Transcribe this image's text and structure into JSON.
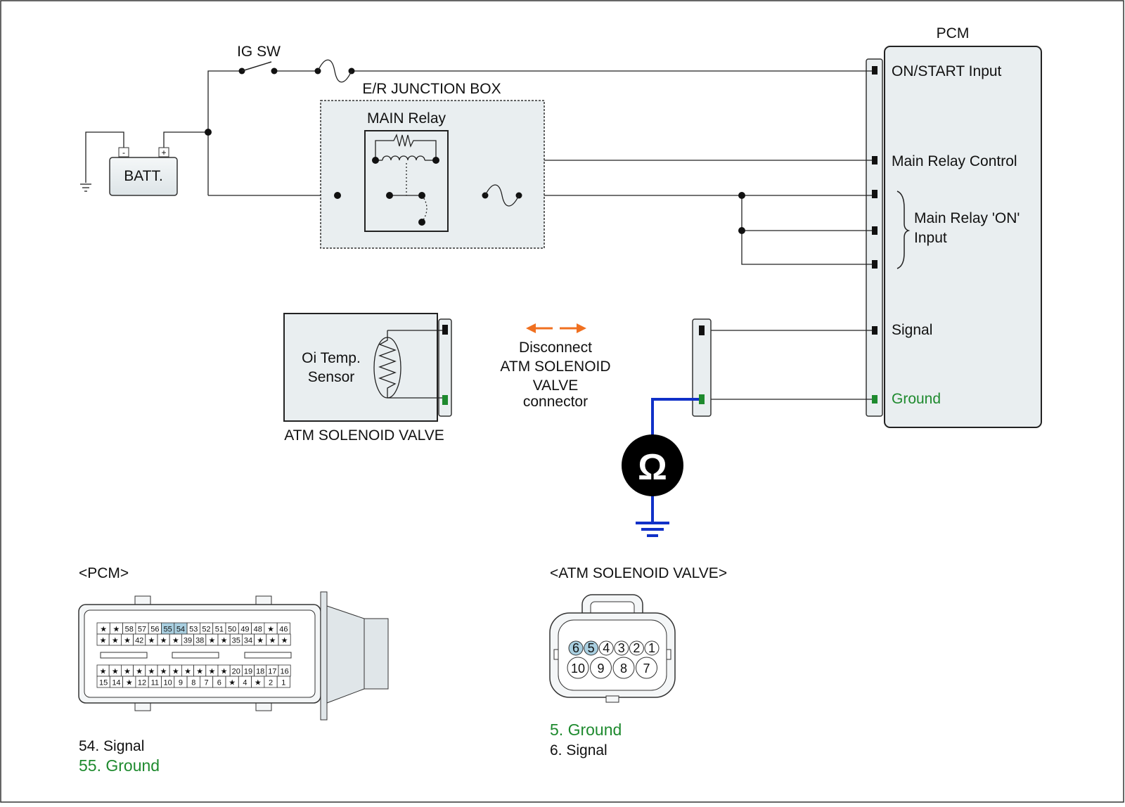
{
  "pcm": {
    "title": "PCM",
    "on_start": "ON/START Input",
    "main_relay_control": "Main Relay Control",
    "main_relay_on_line1": "Main Relay 'ON'",
    "main_relay_on_line2": "Input",
    "signal": "Signal",
    "ground": "Ground"
  },
  "ig_sw": "IG SW",
  "junction_box": "E/R JUNCTION BOX",
  "main_relay": "MAIN Relay",
  "battery": {
    "label": "BATT.",
    "neg": "-",
    "pos": "+"
  },
  "sensor": {
    "line1": "Oi Temp.",
    "line2": "Sensor",
    "component": "ATM SOLENOID VALVE"
  },
  "disconnect": {
    "line1": "Disconnect",
    "line2": "ATM SOLENOID",
    "line3": "VALVE",
    "line4": "connector"
  },
  "ohm_symbol": "Ω",
  "pcm_connector": {
    "title": "<PCM>",
    "row1": [
      "★",
      "★",
      "58",
      "57",
      "56",
      "55",
      "54",
      "53",
      "52",
      "51",
      "50",
      "49",
      "48",
      "★",
      "46"
    ],
    "row2": [
      "★",
      "★",
      "★",
      "42",
      "★",
      "★",
      "★",
      "39",
      "38",
      "★",
      "★",
      "35",
      "34",
      "★",
      "★",
      "★"
    ],
    "row3": [
      "★",
      "★",
      "★",
      "★",
      "★",
      "★",
      "★",
      "★",
      "★",
      "★",
      "★",
      "20",
      "19",
      "18",
      "17",
      "16"
    ],
    "row4": [
      "15",
      "14",
      "★",
      "12",
      "11",
      "10",
      "9",
      "8",
      "7",
      "6",
      "★",
      "4",
      "★",
      "2",
      "1"
    ],
    "highlight": [
      "55",
      "54"
    ],
    "legend1": "54. Signal",
    "legend2": "55. Ground"
  },
  "atm_connector": {
    "title": "<ATM SOLENOID VALVE>",
    "top": [
      "6",
      "5",
      "4",
      "3",
      "2",
      "1"
    ],
    "bottom": [
      "10",
      "9",
      "8",
      "7"
    ],
    "highlight": [
      "6",
      "5"
    ],
    "legend1": "5. Ground",
    "legend2": "6. Signal"
  },
  "colors": {
    "ground_text": "#1e8a2e",
    "meter_wire": "#1030c8",
    "arrow": "#f07020",
    "highlight": "#a9cfe0",
    "box_fill": "#e9eef0"
  }
}
